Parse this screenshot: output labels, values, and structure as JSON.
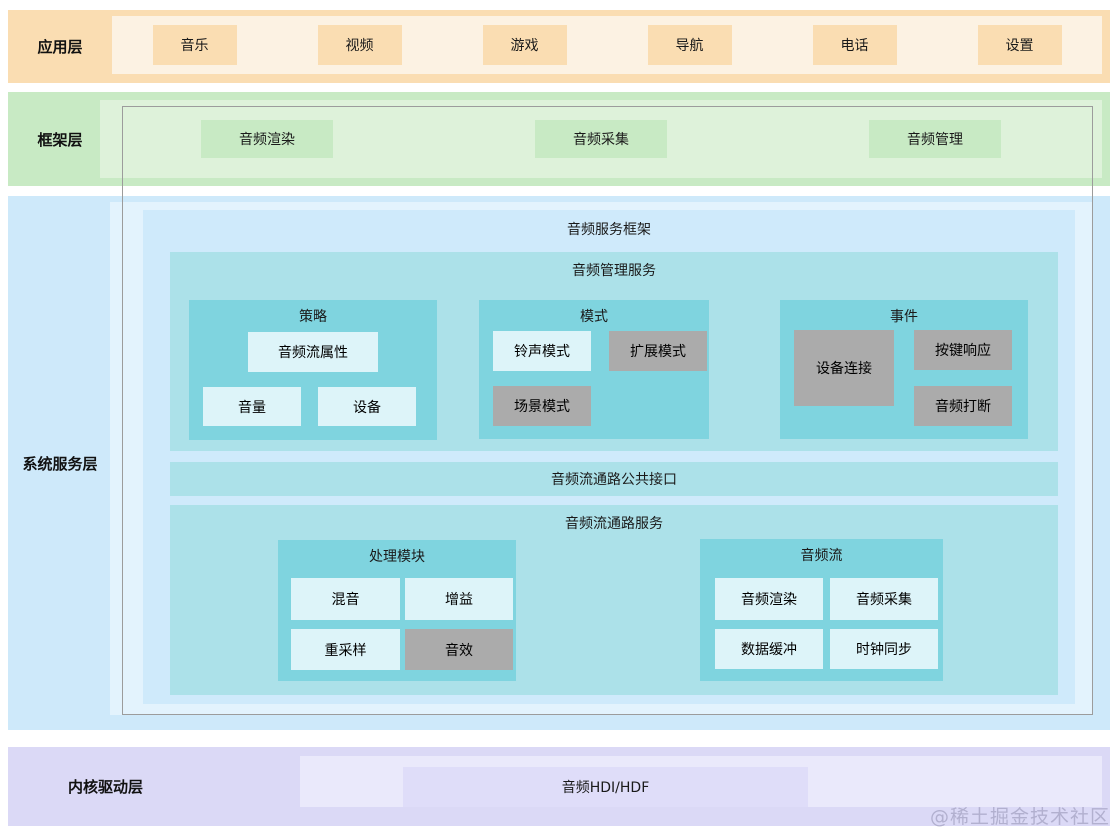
{
  "watermark": "@稀土掘金技术社区",
  "colors": {
    "app_band": "#FADDB2",
    "app_strip": "#FCF2E3",
    "framework_band": "#C8EAC4",
    "framework_strip": "#DEF2DA",
    "system_band": "#CEE9FA",
    "system_strip": "#E3F3FD",
    "system_panel": "#CFEAFB",
    "service_teal": "#ACE1E9",
    "group_teal": "#7FD4DF",
    "pale_box": "#DDF4F9",
    "gray_box": "#ABABAB",
    "kernel_band": "#DBD9F6",
    "kernel_strip": "#EAE9FB",
    "kernel_box": "#DFDDF9",
    "outline": "#9C9C9C"
  },
  "layers": {
    "app": {
      "label": "应用层",
      "items": [
        "音乐",
        "视频",
        "游戏",
        "导航",
        "电话",
        "设置"
      ]
    },
    "framework": {
      "label": "框架层",
      "items": [
        "音频渲染",
        "音频采集",
        "音频管理"
      ]
    },
    "system": {
      "label": "系统服务层",
      "service_framework": {
        "title": "音频服务框架",
        "management_service": {
          "title": "音频管理服务",
          "groups": [
            {
              "title": "策略",
              "items": [
                "音频流属性",
                "音量",
                "设备"
              ]
            },
            {
              "title": "模式",
              "items": [
                "铃声模式",
                "扩展模式",
                "场景模式"
              ]
            },
            {
              "title": "事件",
              "items": [
                "设备连接",
                "按键响应",
                "音频打断"
              ]
            }
          ]
        },
        "common_interface": "音频流通路公共接口",
        "stream_service": {
          "title": "音频流通路服务",
          "groups": [
            {
              "title": "处理模块",
              "items": [
                "混音",
                "增益",
                "重采样",
                "音效"
              ]
            },
            {
              "title": "音频流",
              "items": [
                "音频渲染",
                "音频采集",
                "数据缓冲",
                "时钟同步"
              ]
            }
          ]
        }
      }
    },
    "kernel": {
      "label": "内核驱动层",
      "item": "音频HDI/HDF"
    }
  }
}
